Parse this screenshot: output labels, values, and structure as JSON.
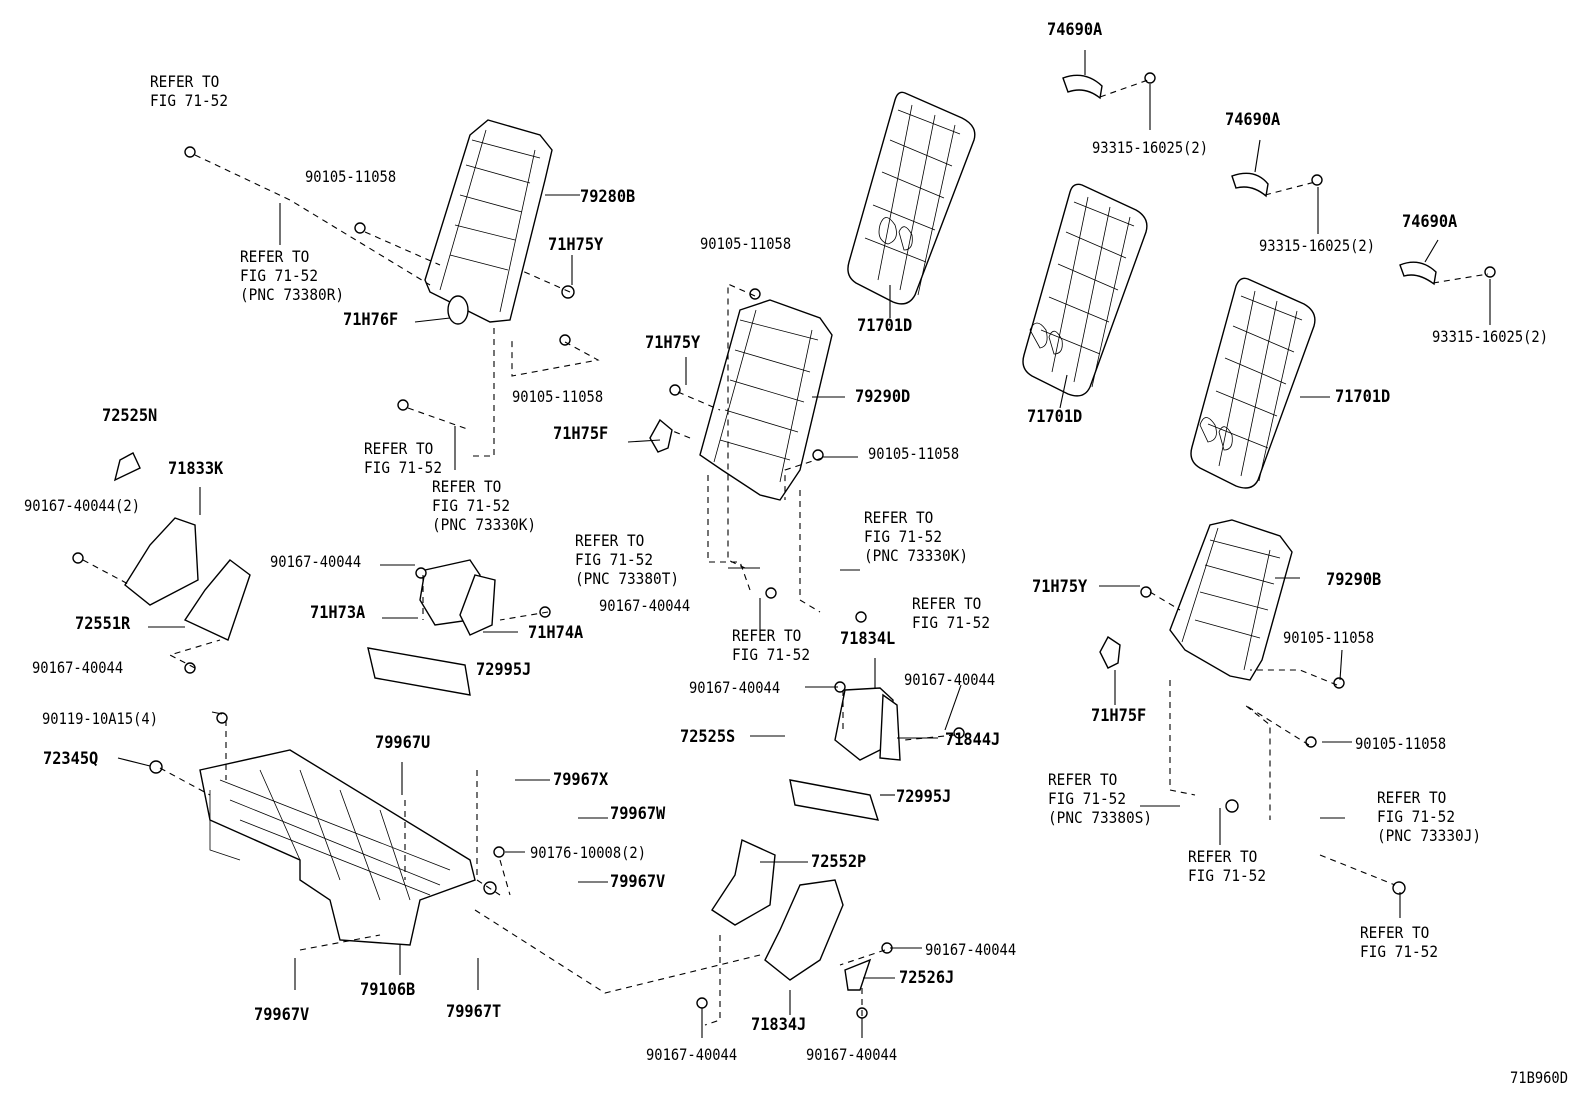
{
  "diagram_id": "71B960D",
  "callouts": [
    {
      "id": "c1",
      "text": "74690A",
      "kind": "pn"
    },
    {
      "id": "c2",
      "text": "93315-16025(2)",
      "kind": "sm"
    },
    {
      "id": "c3",
      "text": "74690A",
      "kind": "pn"
    },
    {
      "id": "c4",
      "text": "93315-16025(2)",
      "kind": "sm"
    },
    {
      "id": "c5",
      "text": "74690A",
      "kind": "pn"
    },
    {
      "id": "c6",
      "text": "93315-16025(2)",
      "kind": "sm"
    },
    {
      "id": "c7",
      "text": "REFER TO\nFIG 71-52",
      "kind": "ref"
    },
    {
      "id": "c8",
      "text": "90105-11058",
      "kind": "sm"
    },
    {
      "id": "c9",
      "text": "79280B",
      "kind": "pn"
    },
    {
      "id": "c10",
      "text": "REFER TO\nFIG 71-52\n(PNC 73380R)",
      "kind": "ref"
    },
    {
      "id": "c11",
      "text": "71H75Y",
      "kind": "pn"
    },
    {
      "id": "c12",
      "text": "71H76F",
      "kind": "pn"
    },
    {
      "id": "c13",
      "text": "90105-11058",
      "kind": "sm"
    },
    {
      "id": "c14",
      "text": "90105-11058",
      "kind": "sm"
    },
    {
      "id": "c15",
      "text": "71701D",
      "kind": "pn"
    },
    {
      "id": "c16",
      "text": "71H75Y",
      "kind": "pn"
    },
    {
      "id": "c17",
      "text": "79290D",
      "kind": "pn"
    },
    {
      "id": "c18",
      "text": "71701D",
      "kind": "pn"
    },
    {
      "id": "c19",
      "text": "71701D",
      "kind": "pn"
    },
    {
      "id": "c20",
      "text": "72525N",
      "kind": "pn"
    },
    {
      "id": "c21",
      "text": "71833K",
      "kind": "pn"
    },
    {
      "id": "c22",
      "text": "REFER TO\nFIG 71-52",
      "kind": "ref"
    },
    {
      "id": "c23",
      "text": "REFER TO\nFIG 71-52\n(PNC 73330K)",
      "kind": "ref"
    },
    {
      "id": "c24",
      "text": "71H75F",
      "kind": "pn"
    },
    {
      "id": "c25",
      "text": "90105-11058",
      "kind": "sm"
    },
    {
      "id": "c26",
      "text": "90167-40044(2)",
      "kind": "sm"
    },
    {
      "id": "c27",
      "text": "REFER TO\nFIG 71-52\n(PNC 73380T)",
      "kind": "ref"
    },
    {
      "id": "c28",
      "text": "REFER TO\nFIG 71-52\n(PNC 73330K)",
      "kind": "ref"
    },
    {
      "id": "c29",
      "text": "90167-40044",
      "kind": "sm"
    },
    {
      "id": "c30",
      "text": "71H73A",
      "kind": "pn"
    },
    {
      "id": "c31",
      "text": "90167-40044",
      "kind": "sm"
    },
    {
      "id": "c32",
      "text": "71H74A",
      "kind": "pn"
    },
    {
      "id": "c33",
      "text": "72551R",
      "kind": "pn"
    },
    {
      "id": "c34",
      "text": "REFER TO\nFIG 71-52",
      "kind": "ref"
    },
    {
      "id": "c35",
      "text": "REFER TO\nFIG 71-52",
      "kind": "ref"
    },
    {
      "id": "c36",
      "text": "71H75Y",
      "kind": "pn"
    },
    {
      "id": "c37",
      "text": "79290B",
      "kind": "pn"
    },
    {
      "id": "c38",
      "text": "90167-40044",
      "kind": "sm"
    },
    {
      "id": "c39",
      "text": "72995J",
      "kind": "pn"
    },
    {
      "id": "c40",
      "text": "71834L",
      "kind": "pn"
    },
    {
      "id": "c41",
      "text": "90167-40044",
      "kind": "sm"
    },
    {
      "id": "c42",
      "text": "90167-40044",
      "kind": "sm"
    },
    {
      "id": "c43",
      "text": "90105-11058",
      "kind": "sm"
    },
    {
      "id": "c44",
      "text": "71H75F",
      "kind": "pn"
    },
    {
      "id": "c45",
      "text": "90119-10A15(4)",
      "kind": "sm"
    },
    {
      "id": "c46",
      "text": "72525S",
      "kind": "pn"
    },
    {
      "id": "c47",
      "text": "71844J",
      "kind": "pn"
    },
    {
      "id": "c48",
      "text": "90105-11058",
      "kind": "sm"
    },
    {
      "id": "c49",
      "text": "79967U",
      "kind": "pn"
    },
    {
      "id": "c50",
      "text": "72345Q",
      "kind": "pn"
    },
    {
      "id": "c51",
      "text": "79967X",
      "kind": "pn"
    },
    {
      "id": "c52",
      "text": "REFER TO\nFIG 71-52\n(PNC 73380S)",
      "kind": "ref"
    },
    {
      "id": "c53",
      "text": "REFER TO\nFIG 71-52\n(PNC 73330J)",
      "kind": "ref"
    },
    {
      "id": "c54",
      "text": "72995J",
      "kind": "pn"
    },
    {
      "id": "c55",
      "text": "79967W",
      "kind": "pn"
    },
    {
      "id": "c56",
      "text": "90176-10008(2)",
      "kind": "sm"
    },
    {
      "id": "c57",
      "text": "72552P",
      "kind": "pn"
    },
    {
      "id": "c58",
      "text": "REFER TO\nFIG 71-52",
      "kind": "ref"
    },
    {
      "id": "c59",
      "text": "79967V",
      "kind": "pn"
    },
    {
      "id": "c60",
      "text": "REFER TO\nFIG 71-52",
      "kind": "ref"
    },
    {
      "id": "c61",
      "text": "90167-40044",
      "kind": "sm"
    },
    {
      "id": "c62",
      "text": "72526J",
      "kind": "pn"
    },
    {
      "id": "c63",
      "text": "79106B",
      "kind": "pn"
    },
    {
      "id": "c64",
      "text": "79967V",
      "kind": "pn"
    },
    {
      "id": "c65",
      "text": "79967T",
      "kind": "pn"
    },
    {
      "id": "c66",
      "text": "71834J",
      "kind": "pn"
    },
    {
      "id": "c67",
      "text": "90167-40044",
      "kind": "sm"
    },
    {
      "id": "c68",
      "text": "90167-40044",
      "kind": "sm"
    }
  ]
}
